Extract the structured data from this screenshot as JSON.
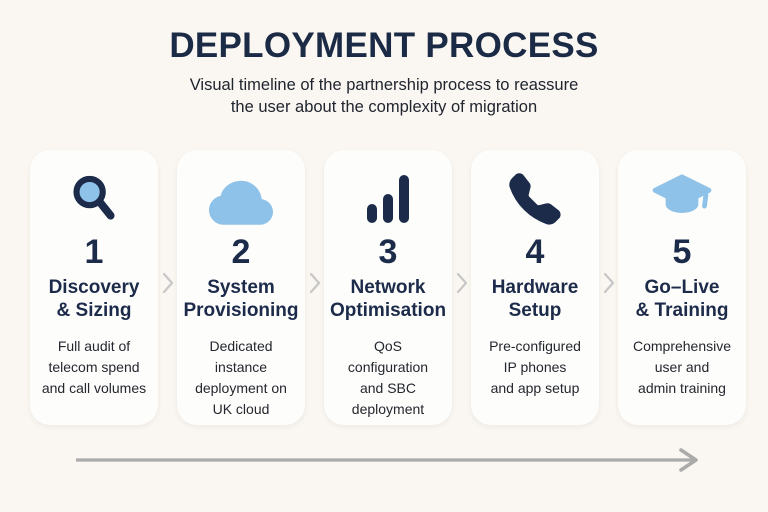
{
  "header": {
    "title": "DEPLOYMENT PROCESS",
    "subtitle": "Visual timeline of the partnership process to reassure\nthe user about the complexity of migration"
  },
  "steps": [
    {
      "number": "1",
      "title": "Discovery\n& Sizing",
      "description": "Full audit of\ntelecom spend\nand call volumes",
      "icon": "magnifier-icon"
    },
    {
      "number": "2",
      "title": "System\nProvisioning",
      "description": "Dedicated\ninstance\ndeployment on\nUK cloud",
      "icon": "cloud-icon"
    },
    {
      "number": "3",
      "title": "Network\nOptimisation",
      "description": "QoS\nconfiguration\nand SBC\ndeployment",
      "icon": "bar-chart-icon"
    },
    {
      "number": "4",
      "title": "Hardware\nSetup",
      "description": "Pre-configured\nIP phones\nand app setup",
      "icon": "phone-icon"
    },
    {
      "number": "5",
      "title": "Go–Live\n& Training",
      "description": "Comprehensive\nuser and\nadmin training",
      "icon": "graduation-cap-icon"
    }
  ],
  "separator_icon": "chevron-right",
  "timeline_arrow_icon": "arrow-right",
  "colors": {
    "background": "#faf6f1",
    "card": "#fdfdfc",
    "navy": "#1c2b4a",
    "light_blue": "#8fc2e8",
    "arrow_gray": "#ababab",
    "chevron_gray": "#c7c7c7"
  }
}
